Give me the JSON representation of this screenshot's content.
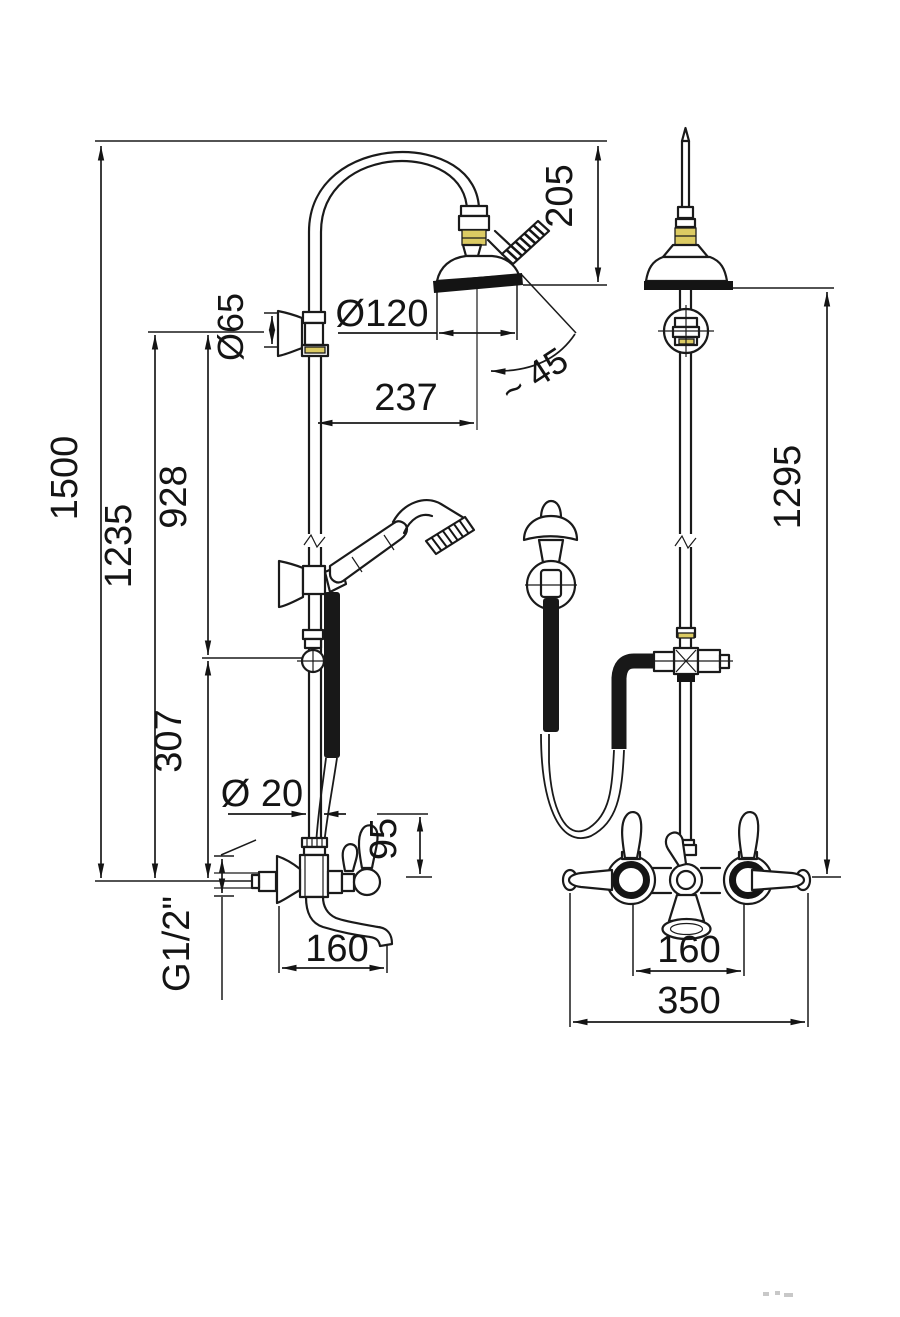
{
  "drawing": {
    "kind": "technical dimension drawing",
    "subject": "wall-mounted shower column with bath-shower mixer, hand shower and swan-neck overhead shower",
    "units": "mm",
    "views": [
      "side view",
      "front view"
    ],
    "colors": {
      "line": "#1a1a1a",
      "background": "#ffffff",
      "brass_accent": "#dccb63"
    }
  },
  "side_view": {
    "dims": {
      "overall_height": "1500",
      "flange_to_mixer_axis": "1235",
      "flange_to_hose_outlet": "928",
      "hose_outlet_to_mixer_axis": "307",
      "wall_flange_diameter": "Ø65",
      "shower_head_diameter": "Ø120",
      "head_projection": "237",
      "head_tilt_angle": "~ 45",
      "gooseneck_drop": "205",
      "column_pipe_diameter": "Ø 20",
      "handle_above_axis": "95",
      "inlet_connection": "G1/2\"",
      "spout_projection": "160"
    }
  },
  "front_view": {
    "dims": {
      "head_to_mixer_axis": "1295",
      "valve_centres": "160",
      "overall_width": "350"
    }
  }
}
